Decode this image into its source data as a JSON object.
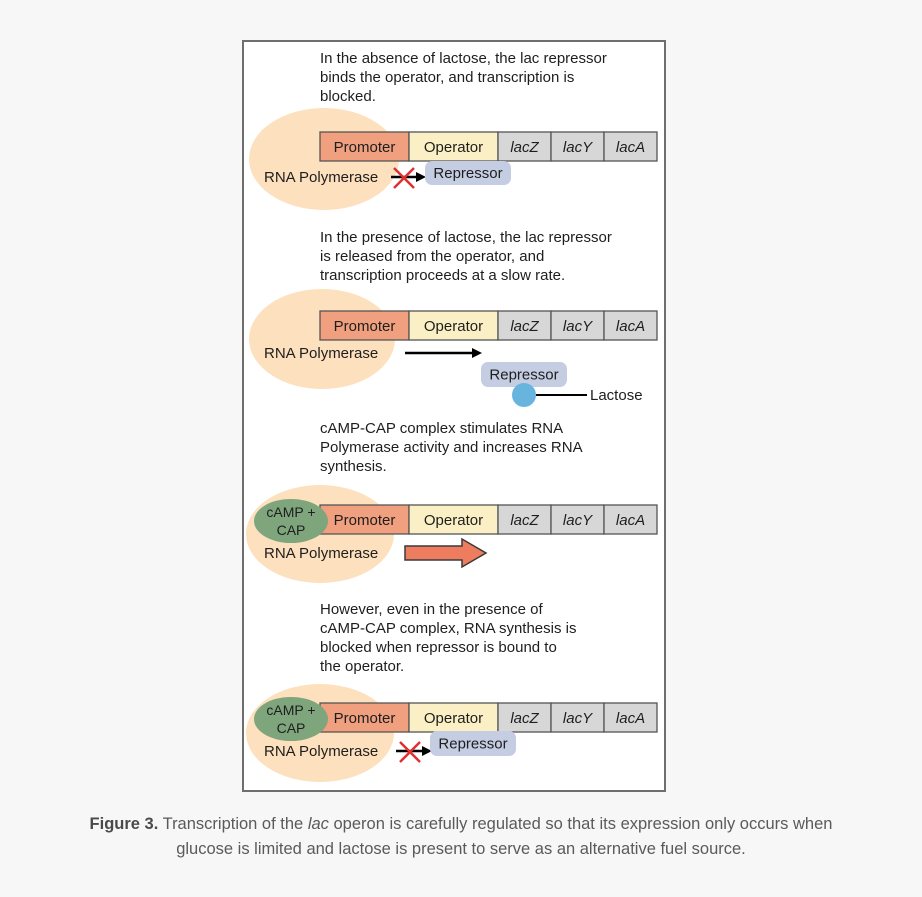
{
  "panels": [
    {
      "description": [
        "In the absence of lactose, the lac repressor",
        "binds the operator, and transcription is",
        "blocked."
      ],
      "state": "blocked"
    },
    {
      "description": [
        "In the presence of lactose, the lac repressor",
        "is released from the operator, and",
        "transcription proceeds at a slow rate."
      ],
      "state": "slow"
    },
    {
      "description": [
        "cAMP-CAP complex stimulates RNA",
        "Polymerase activity and increases RNA",
        "synthesis."
      ],
      "state": "fast"
    },
    {
      "description": [
        "However, even in the presence of",
        "cAMP-CAP complex, RNA synthesis is",
        "blocked when repressor is bound to",
        "the operator."
      ],
      "state": "blocked-cap"
    }
  ],
  "labels": {
    "promoter": "Promoter",
    "operator": "Operator",
    "lacZ": "lacZ",
    "lacY": "lacY",
    "lacA": "lacA",
    "rna_polymerase": "RNA Polymerase",
    "repressor": "Repressor",
    "lactose": "Lactose",
    "camp_cap_line1": "cAMP +",
    "camp_cap_line2": "CAP"
  },
  "caption": {
    "figure_label": "Figure 3.",
    "text_before_italic": " Transcription of the ",
    "italic": "lac",
    "text_after_italic": " operon is carefully regulated so that its expression only occurs when",
    "line2": "glucose is limited and lactose is present to serve as an alternative fuel source."
  },
  "colors": {
    "promoter": "#f0a07e",
    "operator": "#fbf0c5",
    "gene": "#d7d7d7",
    "polymerase_blob": "#fde0bd",
    "repressor": "#c5cde3",
    "lactose": "#67b5df",
    "camp_cap": "#7ea57c",
    "fast_arrow": "#ee7c5f",
    "block_x": "#e03030"
  }
}
